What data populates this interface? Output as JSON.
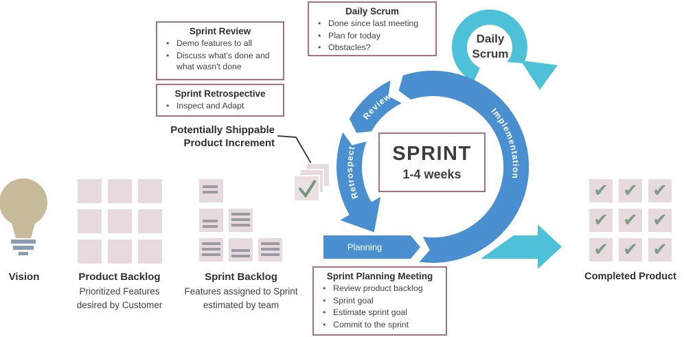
{
  "diagram": {
    "center": {
      "title": "SPRINT",
      "subtitle": "1-4 weeks"
    },
    "ring_labels": {
      "review": "Review",
      "implementation": "Implementation",
      "retrospect": "Retrospect",
      "planning": "Planning"
    },
    "daily_scrum_loop": {
      "line1": "Daily",
      "line2": "Scrum"
    },
    "colors": {
      "ring_blue": "#4a90d0",
      "teal": "#4cc1d8",
      "box_border": "#a76f77",
      "square_pink": "#e7dade",
      "check_green": "#7d9d84",
      "bulb_tan": "#c7ba9b",
      "bulb_base": "#8a9cb2",
      "card_line_gray": "#9a9aa2",
      "text_dark": "#3a3a3a"
    }
  },
  "callouts": {
    "sprint_review": {
      "title": "Sprint Review",
      "bullets": [
        "Demo features to all",
        "Discuss what's done and what wasn't done"
      ]
    },
    "sprint_retrospective": {
      "title": "Sprint Retrospective",
      "bullets": [
        "Inspect and Adapt"
      ]
    },
    "daily_scrum": {
      "title": "Daily Scrum",
      "bullets": [
        "Done since last meeting",
        "Plan for today",
        "Obstacles?"
      ]
    },
    "sprint_planning": {
      "title": "Sprint Planning Meeting",
      "bullets": [
        "Review product backlog",
        "Sprint goal",
        "Estimate sprint goal",
        "Commit to the sprint"
      ]
    }
  },
  "increment_label": {
    "line1": "Potentially Shippable",
    "line2": "Product Increment"
  },
  "stages": {
    "vision": {
      "label": "Vision"
    },
    "product_backlog": {
      "label": "Product Backlog",
      "desc1": "Prioritized Features",
      "desc2": "desired by Customer"
    },
    "sprint_backlog": {
      "label": "Sprint Backlog",
      "desc1": "Features assigned to Sprint",
      "desc2": "estimated by team"
    },
    "completed_product": {
      "label": "Completed Product"
    }
  },
  "icons": {
    "bullet": "•",
    "check": "✔"
  }
}
